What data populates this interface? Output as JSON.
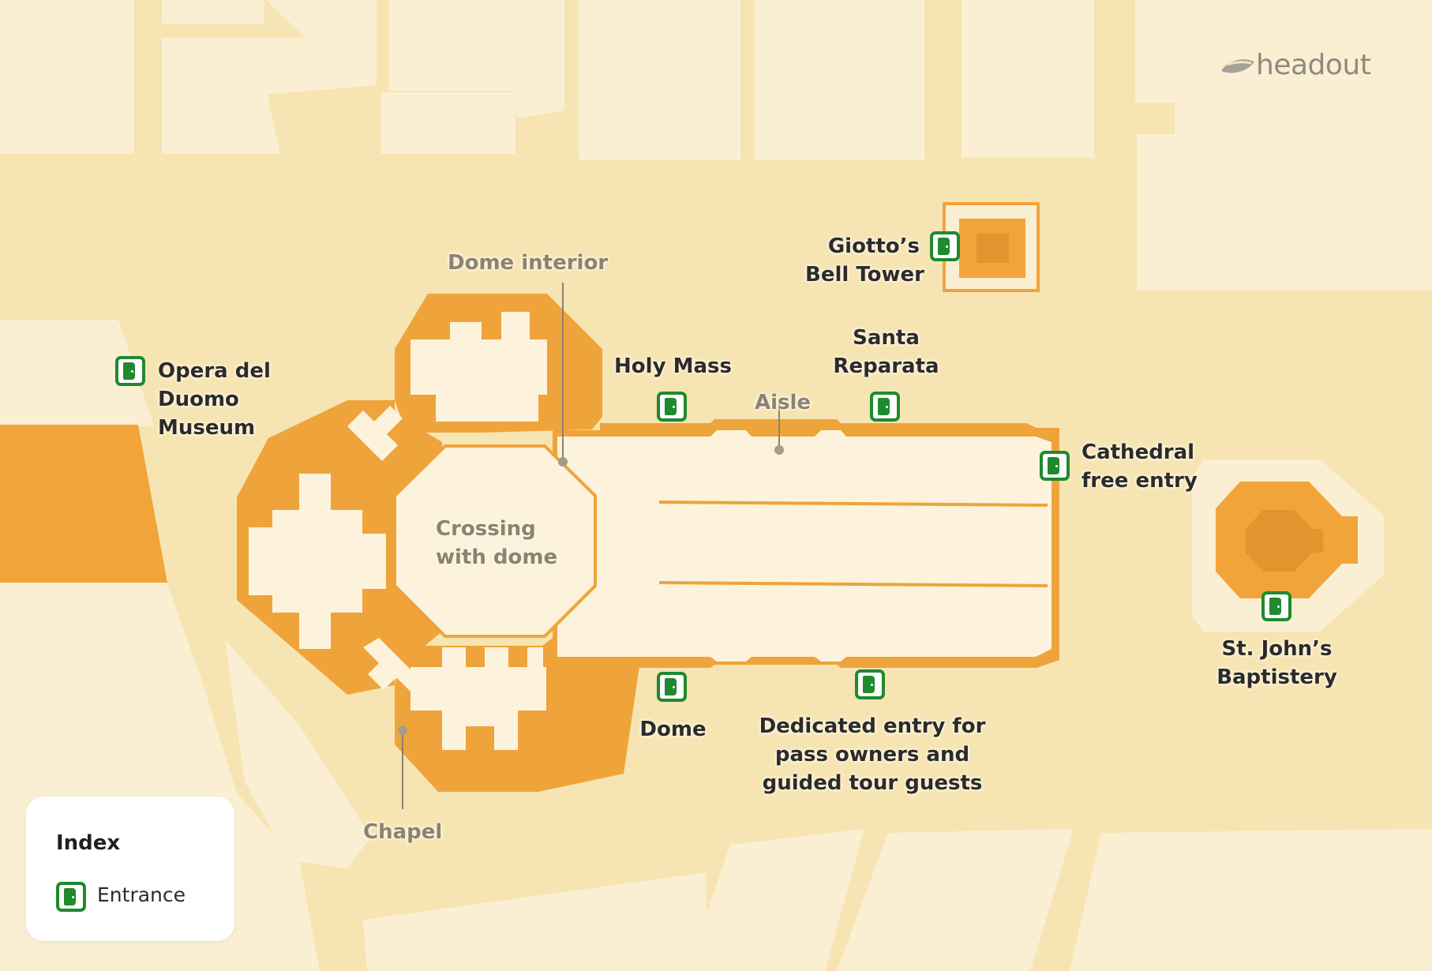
{
  "brand": {
    "name": "headout"
  },
  "colors": {
    "background": "#f7e4b3",
    "block": "#fbefd3",
    "cathedral_fill": "#fdf3dc",
    "cathedral_wall": "#eea43a",
    "museum_strip": "#f1a43a",
    "entrance_green": "#1f8a2e"
  },
  "labels": {
    "dome_interior": "Dome interior",
    "giottos_bell_tower": [
      "Giotto’s",
      "Bell Tower"
    ],
    "santa_reparata": [
      "Santa",
      "Reparata"
    ],
    "holy_mass": "Holy Mass",
    "aisle": "Aisle",
    "opera_museum": [
      "Opera del",
      "Duomo",
      "Museum"
    ],
    "cathedral_free_entry": [
      "Cathedral",
      "free entry"
    ],
    "crossing": [
      "Crossing",
      "with dome"
    ],
    "st_johns_baptistery": [
      "St.  John’s",
      "Baptistery"
    ],
    "dome": "Dome",
    "dedicated_entry": [
      "Dedicated entry for",
      "pass owners and",
      "guided tour guests"
    ],
    "chapel": "Chapel"
  },
  "index": {
    "title": "Index",
    "entrance_label": "Entrance",
    "entrance_icon": "door-icon"
  }
}
